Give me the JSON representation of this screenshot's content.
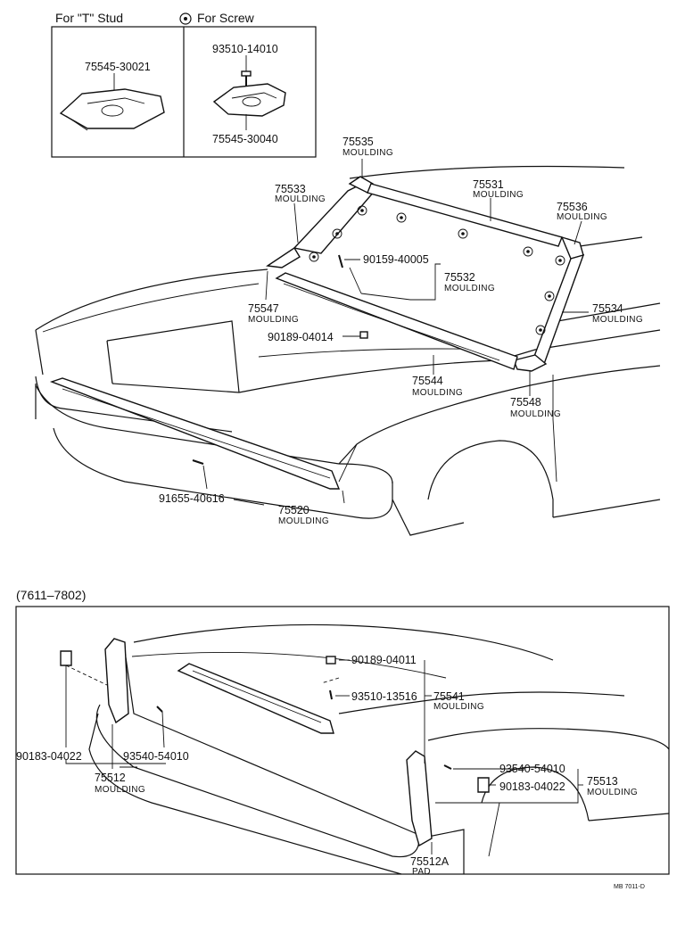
{
  "inset": {
    "t_stud_label": "For \"T\" Stud",
    "screw_label": "For Screw",
    "t_stud_part": "75545-30021",
    "screw_part": "93510-14010",
    "screw_clip_part": "75545-30040"
  },
  "top_parts": {
    "p75535": "75535",
    "p75531": "75531",
    "p75533": "75533",
    "p75536": "75536",
    "p90159": "90159-40005",
    "p75532": "75532",
    "p75547": "75547",
    "p75534": "75534",
    "p90189a": "90189-04014",
    "p75544": "75544",
    "p75548": "75548",
    "p91655": "91655-40616",
    "p75520": "75520",
    "moulding": "MOULDING"
  },
  "bottom_section": {
    "date_range": "(7611–7802)",
    "p90189b": "90189-04011",
    "p93510b": "93510-13516",
    "p75541": "75541",
    "p90183a": "90183-04022",
    "p93540a": "93540-54010",
    "p75512": "75512",
    "p93540b": "93540-54010",
    "p90183b": "90183-04022",
    "p75513": "75513",
    "p75512a": "75512A",
    "pad": "PAD",
    "moulding": "MOULDING"
  },
  "footer_code": "MB 7011-D"
}
